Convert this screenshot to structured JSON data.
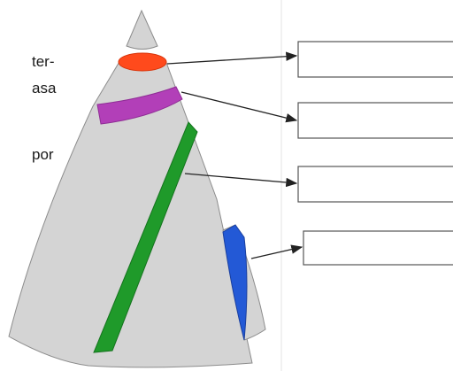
{
  "text_fragments": [
    "ter-",
    "asa",
    "por"
  ],
  "answer_boxes": [
    "",
    "",
    "",
    ""
  ],
  "colors": {
    "cone_fill": "#d4d4d4",
    "cone_stroke": "#8c8c8c",
    "band_top": "#ff4a1c",
    "band_purple": "#b23fb8",
    "stripe_green": "#1f9a2a",
    "patch_blue": "#2359d6",
    "arrow": "#222222",
    "box_stroke": "#555555",
    "divider": "#e3e3e3"
  }
}
